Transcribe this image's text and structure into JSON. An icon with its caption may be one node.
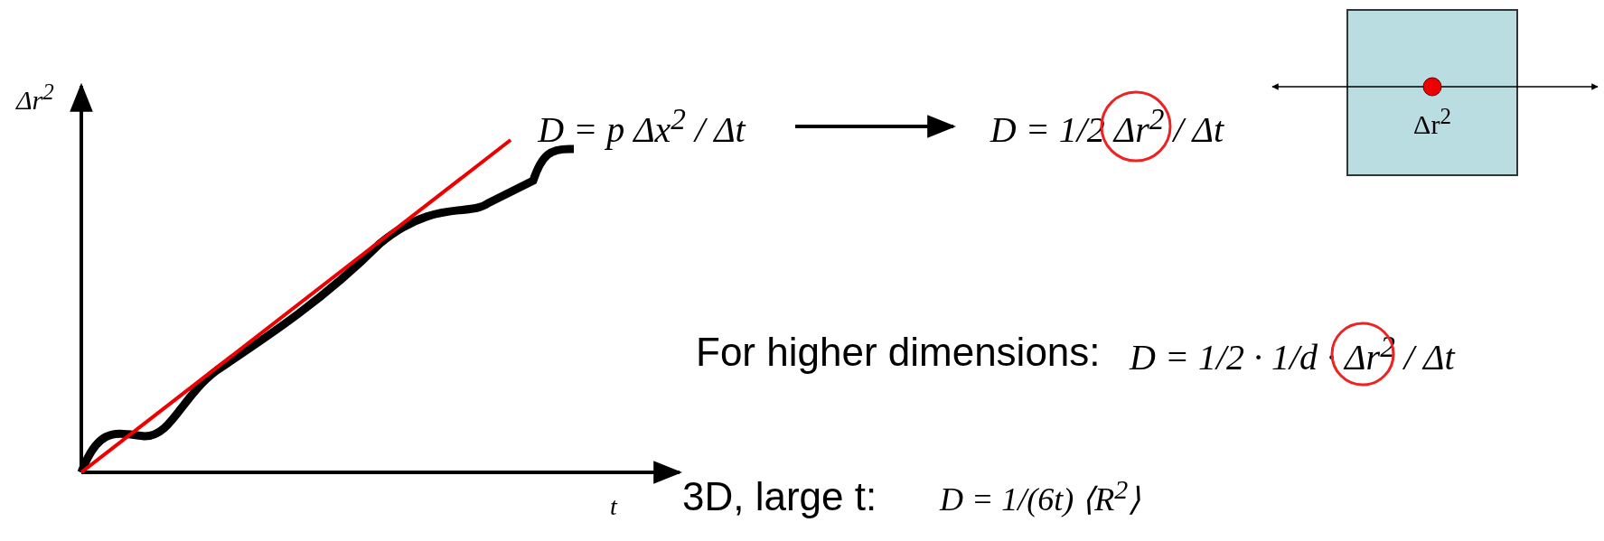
{
  "diagram": {
    "nodes": [
      {
        "text": [
          "D = p Δx$^{2}$ / Δt"
        ]
      },
      {
        "text": [
          "D = 1/2 Δr$^{2}$ / Δt"
        ]
      },
      {
        "text": [
          "Δr$^{2}$"
        ]
      }
    ],
    "edges": [
      {
        "from": 0,
        "to": 1,
        "arrow": "to"
      }
    ],
    "labels": [
      "Δr$^{2}$",
      "t",
      "For higher dimensions:",
      "D = 1/2 · 1/d · Δr$^{2}$ / Δt",
      "3D, large t:",
      "D = 1/(6t) ⟨R$^{2}$⟩"
    ]
  }
}
